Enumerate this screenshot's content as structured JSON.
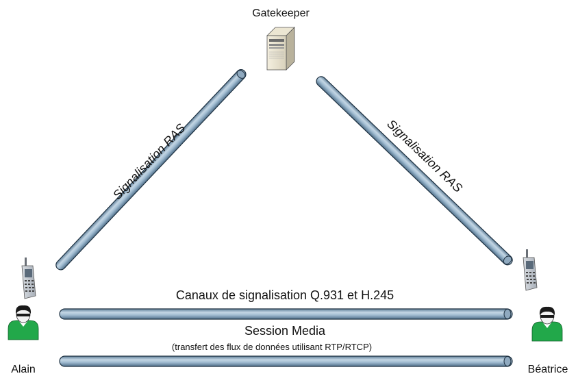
{
  "nodes": {
    "gatekeeper": {
      "label": "Gatekeeper"
    },
    "alain": {
      "label": "Alain"
    },
    "beatrice": {
      "label": "Béatrice"
    }
  },
  "links": {
    "ras_left": {
      "label": "Signalisation RAS"
    },
    "ras_right": {
      "label": "Signalisation RAS"
    },
    "signaling_channels": {
      "label": "Canaux de signalisation Q.931 et H.245"
    },
    "media_session": {
      "label": "Session Media",
      "sublabel": "(transfert des flux de données utilisant RTP/RTCP)"
    }
  },
  "colors": {
    "pipe_fill": "#a7c0d4",
    "pipe_edge": "#1f3242",
    "person_shirt": "#22a84a",
    "person_hair": "#1a1a1a"
  }
}
